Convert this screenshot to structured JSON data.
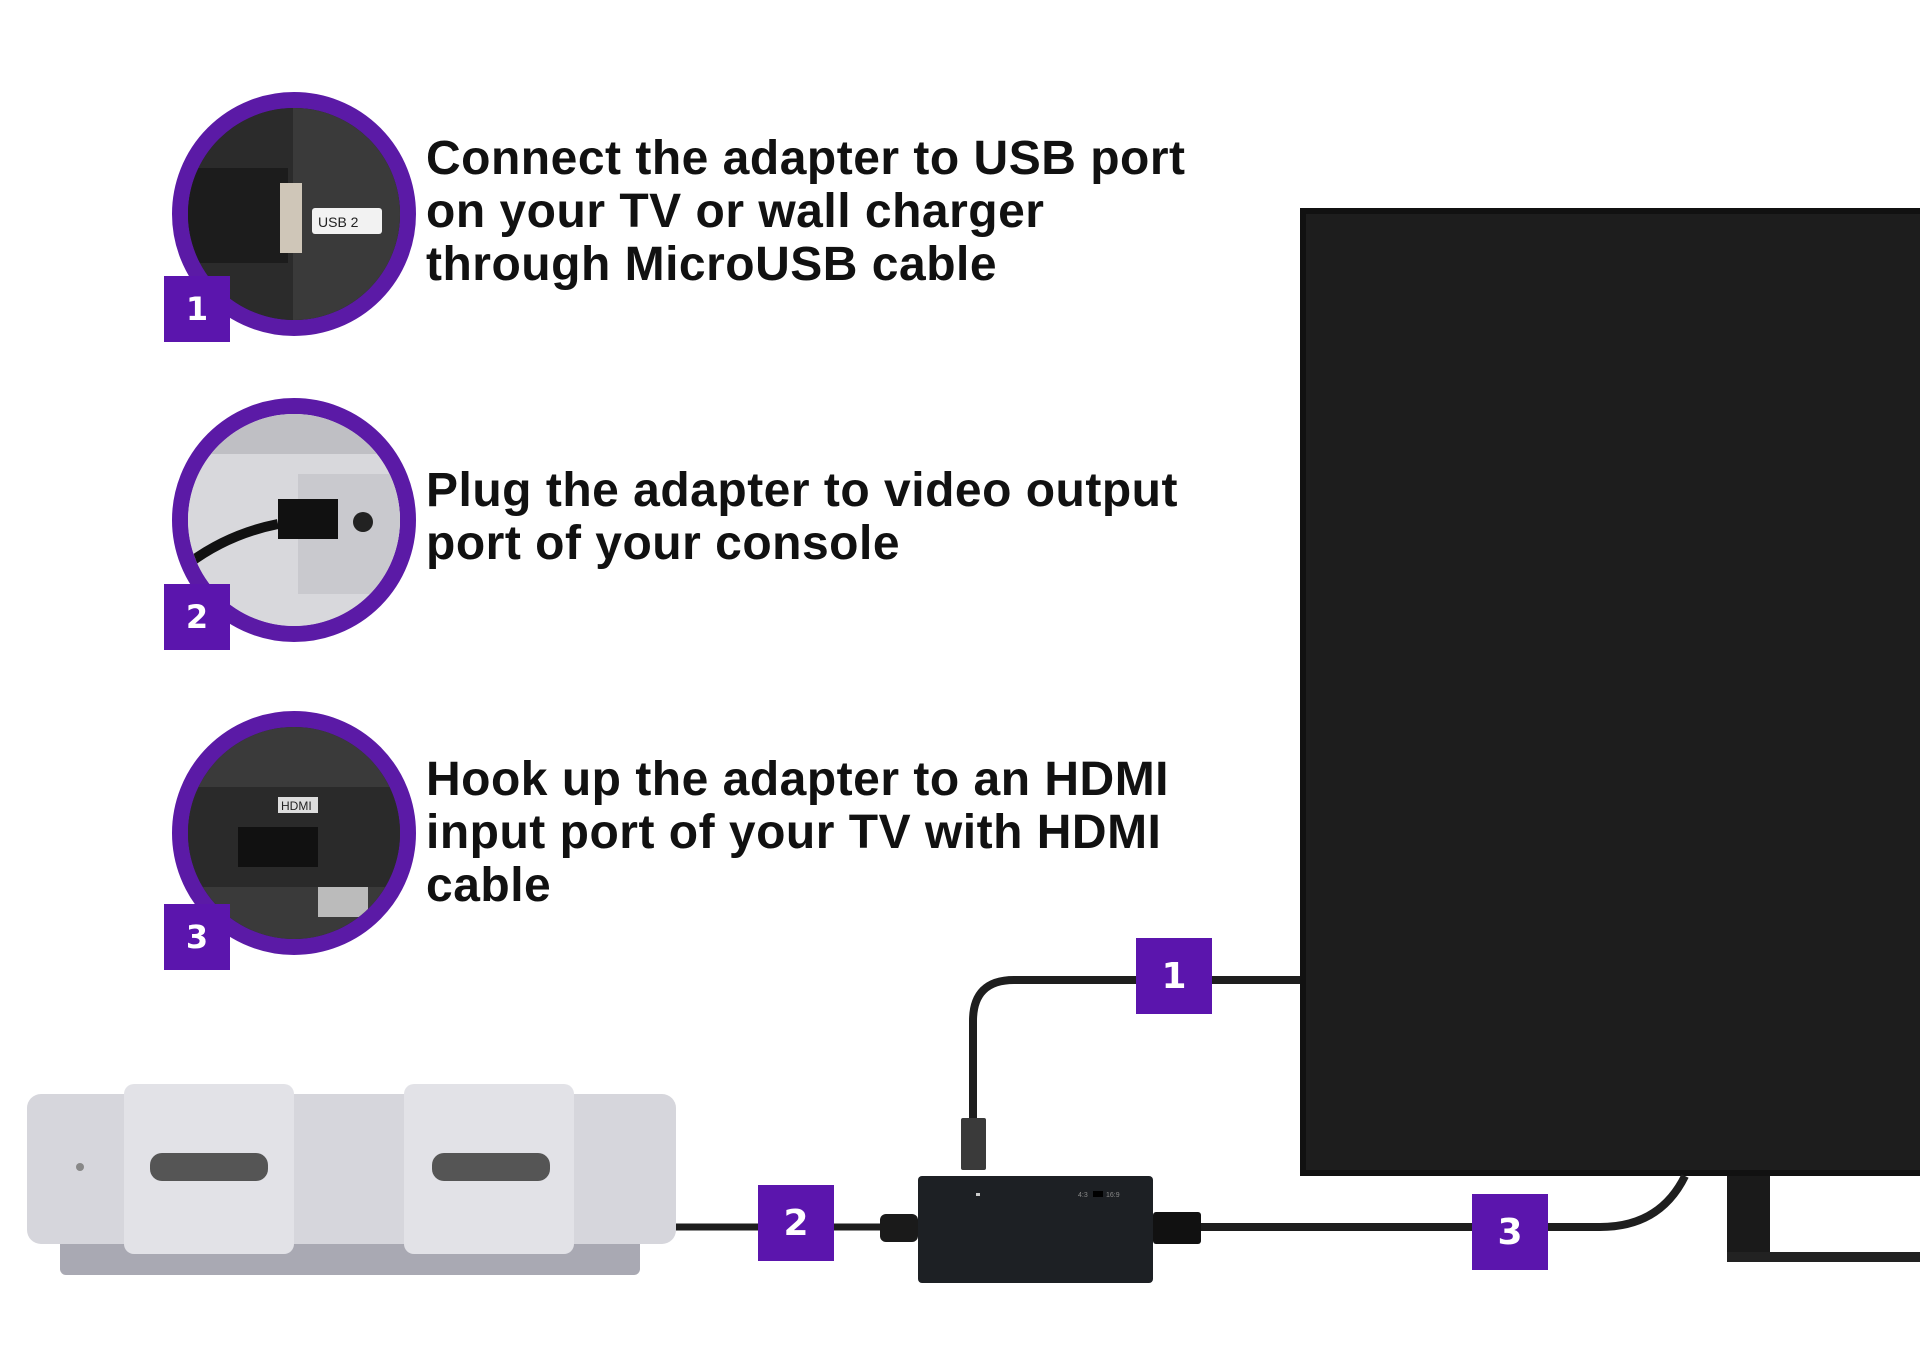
{
  "steps": [
    {
      "number": "1",
      "text": "Connect the adapter to USB port on your TV or wall charger through MicroUSB cable",
      "photo_label": "USB 2"
    },
    {
      "number": "2",
      "text": "Plug the adapter to video output port of your console"
    },
    {
      "number": "3",
      "text": "Hook up the adapter to an HDMI input port of your TV with HDMI cable",
      "photo_label": "HDMI"
    }
  ],
  "diagram": {
    "cable_labels": [
      "1",
      "2",
      "3"
    ],
    "adapter_switch_labels": [
      "4:3",
      "16:9"
    ]
  },
  "colors": {
    "accent": "#5b15ad",
    "tv": "#1a1a1a",
    "cable": "#1e1e1e"
  }
}
